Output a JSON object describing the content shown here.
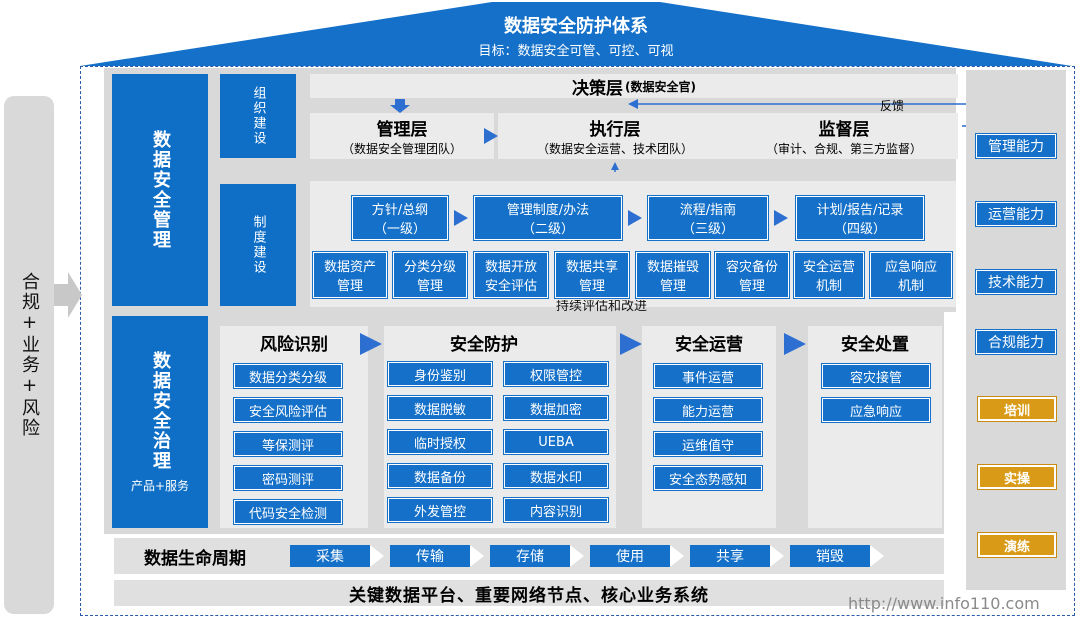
{
  "roof": {
    "title": "数据安全防护体系",
    "subtitle": "目标：数据安全可管、可控、可视"
  },
  "left_pillar": {
    "label": "合规+业务+风险"
  },
  "management": {
    "title": "数据安全管理",
    "org": {
      "label": "组织建设"
    },
    "decision": {
      "title": "决策层",
      "sub": "(数据安全官)"
    },
    "feedback": "反馈",
    "layers": [
      {
        "title": "管理层",
        "sub": "（数据安全管理团队）"
      },
      {
        "title": "执行层",
        "sub": "（数据安全运营、技术团队）"
      },
      {
        "title": "监督层",
        "sub": "（审计、合规、第三方监督）"
      }
    ],
    "system": {
      "label": "制度建设"
    },
    "docs": [
      {
        "t": "方针/总纲",
        "s": "（一级）"
      },
      {
        "t": "管理制度/办法",
        "s": "（二级）"
      },
      {
        "t": "流程/指南",
        "s": "（三级）"
      },
      {
        "t": "计划/报告/记录",
        "s": "（四级）"
      }
    ],
    "policies": [
      {
        "a": "数据资产",
        "b": "管理"
      },
      {
        "a": "分类分级",
        "b": "管理"
      },
      {
        "a": "数据开放",
        "b": "安全评估"
      },
      {
        "a": "数据共享",
        "b": "管理"
      },
      {
        "a": "数据摧毁",
        "b": "管理"
      },
      {
        "a": "容灾备份",
        "b": "管理"
      },
      {
        "a": "安全运营",
        "b": "机制"
      },
      {
        "a": "应急响应",
        "b": "机制"
      }
    ],
    "eval_text": "持续评估和改进"
  },
  "governance": {
    "title": "数据安全治理",
    "sub": "产品+服务",
    "risk": {
      "title": "风险识别",
      "items": [
        "数据分类分级",
        "安全风险评估",
        "等保测评",
        "密码测评",
        "代码安全检测"
      ]
    },
    "protect": {
      "title": "安全防护",
      "left": [
        "身份鉴别",
        "数据脱敏",
        "临时授权",
        "数据备份",
        "外发管控"
      ],
      "right": [
        "权限管控",
        "数据加密",
        "UEBA",
        "数据水印",
        "内容识别"
      ]
    },
    "ops": {
      "title": "安全运营",
      "items": [
        "事件运营",
        "能力运营",
        "运维值守",
        "安全态势感知"
      ]
    },
    "disposal": {
      "title": "安全处置",
      "items": [
        "容灾接管",
        "应急响应"
      ]
    }
  },
  "lifecycle": {
    "label": "数据生命周期",
    "stages": [
      "采集",
      "传输",
      "存储",
      "使用",
      "共享",
      "销毁"
    ]
  },
  "foundation": {
    "label": "关键数据平台、重要网络节点、核心业务系统"
  },
  "capabilities": {
    "blue": [
      "管理能力",
      "运营能力",
      "技术能力",
      "合规能力"
    ],
    "gold": [
      "培训",
      "实操",
      "演练"
    ]
  },
  "watermark": "http://www.info110.com"
}
